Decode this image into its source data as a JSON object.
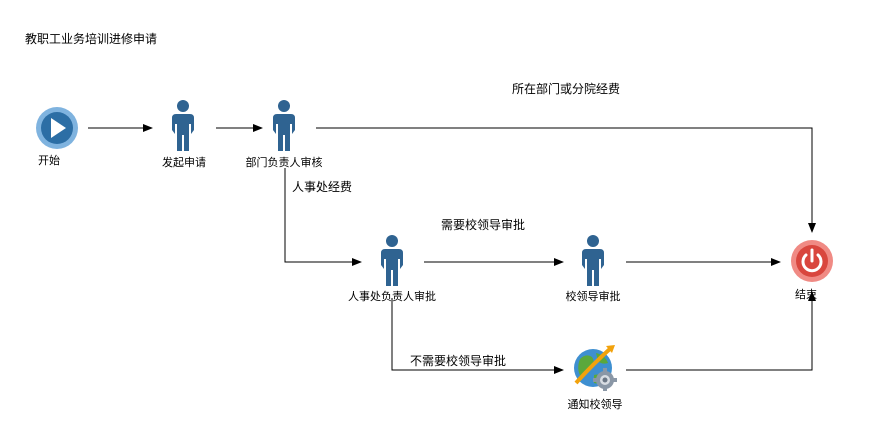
{
  "title": "教职工业务培训进修申请",
  "nodes": {
    "start": {
      "label": "开始",
      "icon": "play-icon"
    },
    "apply": {
      "label": "发起申请",
      "icon": "person-icon"
    },
    "dept_review": {
      "label": "部门负责人审核",
      "icon": "person-icon"
    },
    "hr_review": {
      "label": "人事处负责人审批",
      "icon": "person-icon"
    },
    "leader_review": {
      "label": "校领导审批",
      "icon": "person-icon"
    },
    "notify_leader": {
      "label": "通知校领导",
      "icon": "globe-gear-icon"
    },
    "end": {
      "label": "结束",
      "icon": "power-icon"
    }
  },
  "edges": {
    "dept_fee": "所在部门或分院经费",
    "hr_fee": "人事处经费",
    "need_leader": "需要校领导审批",
    "no_leader": "不需要校领导审批"
  },
  "colors": {
    "person": "#2f6391",
    "start_ring": "#7fb3df",
    "start_fill": "#2c6ea5",
    "end_ring": "#f08a84",
    "end_fill": "#d9463e",
    "line": "#000000"
  }
}
